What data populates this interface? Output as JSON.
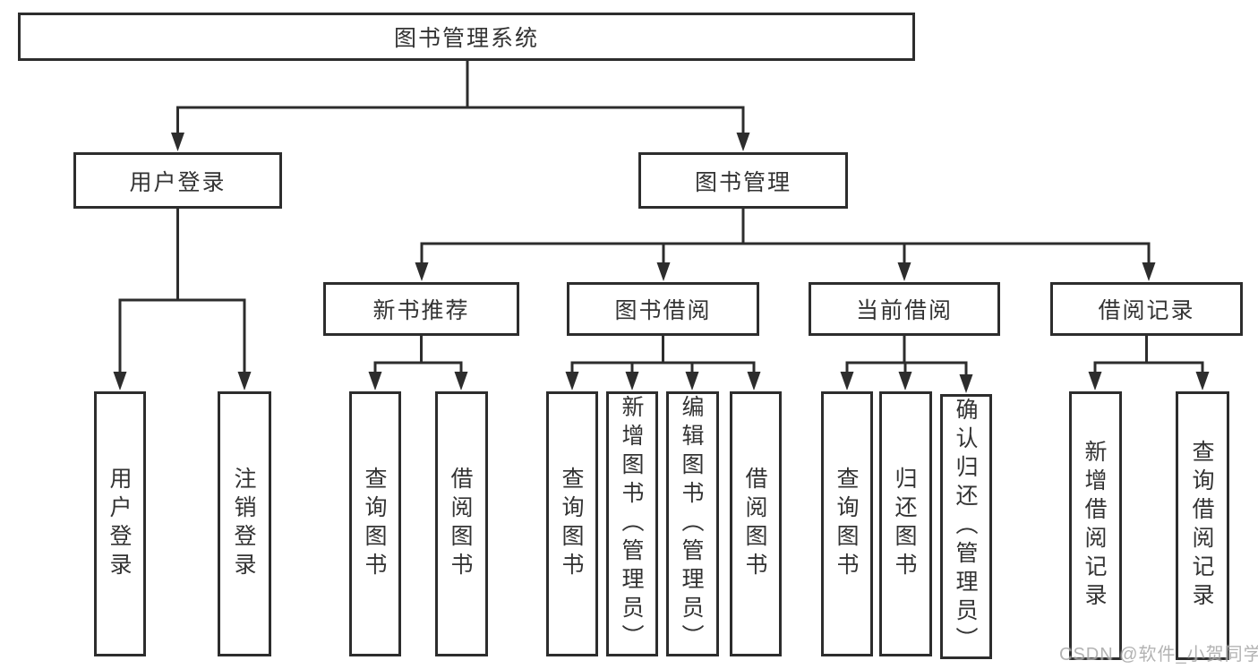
{
  "diagram": {
    "root": {
      "label": "图书管理系统"
    },
    "branches": [
      {
        "label": "用户登录",
        "children": [
          {
            "label": "用户登录"
          },
          {
            "label": "注销登录"
          }
        ]
      },
      {
        "label": "图书管理",
        "children": [
          {
            "label": "新书推荐",
            "children": [
              {
                "label": "查询图书"
              },
              {
                "label": "借阅图书"
              }
            ]
          },
          {
            "label": "图书借阅",
            "children": [
              {
                "label": "查询图书"
              },
              {
                "label": "新增图书（管理员）"
              },
              {
                "label": "编辑图书（管理员）"
              },
              {
                "label": "借阅图书"
              }
            ]
          },
          {
            "label": "当前借阅",
            "children": [
              {
                "label": "查询图书"
              },
              {
                "label": "归还图书"
              },
              {
                "label": "确认归还（管理员）"
              }
            ]
          },
          {
            "label": "借阅记录",
            "children": [
              {
                "label": "新增借阅记录"
              },
              {
                "label": "查询借阅记录"
              }
            ]
          }
        ]
      }
    ]
  },
  "watermark": {
    "text": "CSDN @软件_小贺同学"
  },
  "colors": {
    "line": "#2d2d2d",
    "text": "#333333",
    "bg": "#ffffff",
    "watermark": "#a6a6a6"
  }
}
